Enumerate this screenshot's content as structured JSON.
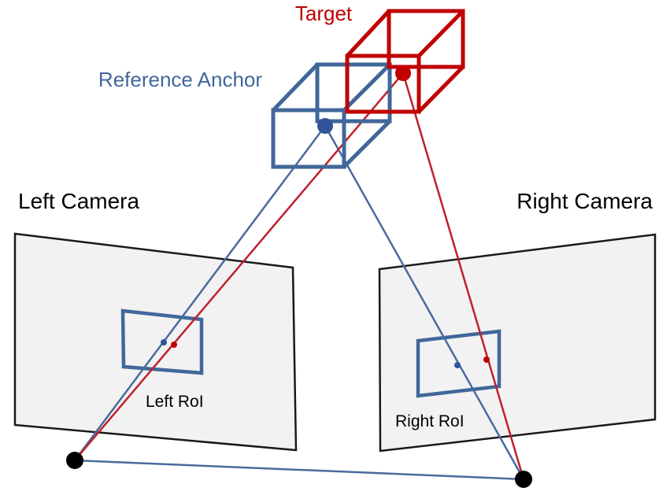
{
  "labels": {
    "target": "Target",
    "reference_anchor": "Reference Anchor",
    "left_camera": "Left Camera",
    "right_camera": "Right Camera",
    "left_roi": "Left RoI",
    "right_roi": "Right RoI"
  },
  "colors": {
    "target": "#c00000",
    "anchor": "#41679a",
    "ray_red": "#c0202a",
    "ray_blue": "#4a6b9c",
    "image_plane_fill": "#f2f2f2",
    "image_plane_stroke": "#1a1a1a",
    "camera_center": "#000000",
    "text": "#000000"
  }
}
